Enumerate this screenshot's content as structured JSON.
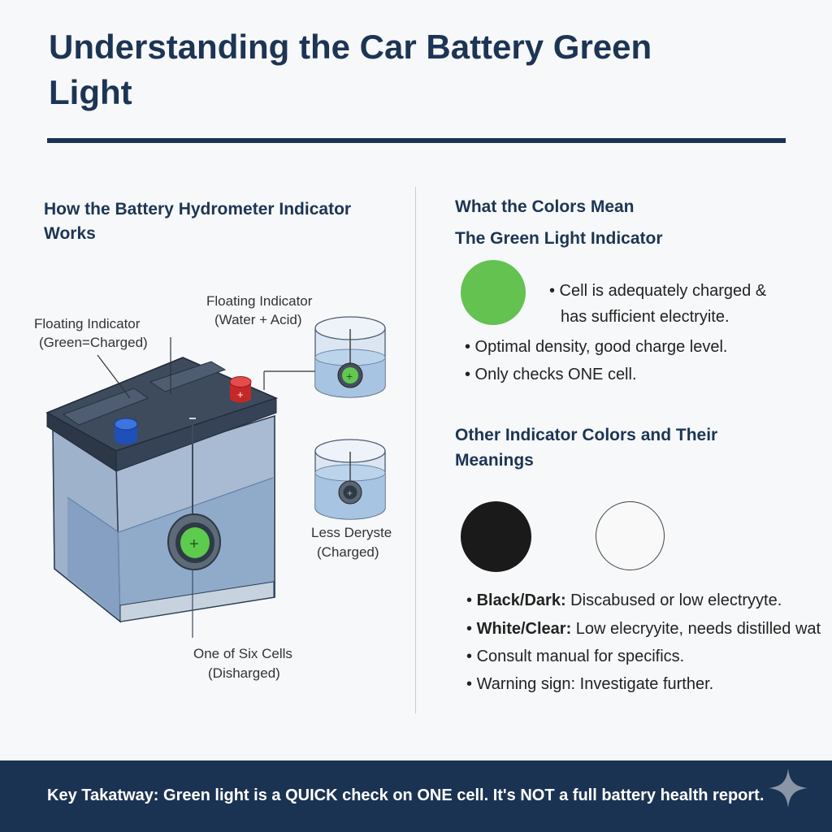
{
  "title": "Understanding the Car Battery Green Light",
  "left": {
    "heading": "How the Battery Hydrometer Indicator Works",
    "labels": {
      "float_green_1": "Floating Indicator",
      "float_green_2": "(Green=Charged)",
      "float_water_1": "Floating Indicator",
      "float_water_2": "(Water + Acid)",
      "less_dense_1": "Less Deryste",
      "less_dense_2": "(Charged)",
      "cell_1": "One of Six Cells",
      "cell_2": "(Disharged)"
    }
  },
  "right": {
    "heading_colors": "What the Colors Mean",
    "heading_green": "The Green Light Indicator",
    "green_bullets": [
      "• Cell is adequately charged &",
      "has sufficient electryite.",
      "• Optimal density, good charge level.",
      "• Only checks ONE cell."
    ],
    "heading_other": "Other Indicator Colors and Their Meanings",
    "other_bullets": [
      {
        "prefix": "• ",
        "bold": "Black/Dark:",
        "text": " Discabused or low electryyte."
      },
      {
        "prefix": "• ",
        "bold": "White/Clear:",
        "text": " Low elecryyite, needs distilled wat"
      },
      {
        "prefix": "• ",
        "bold": "",
        "text": "Consult manual for specifics."
      },
      {
        "prefix": "• ",
        "bold": "",
        "text": "Warning sign: Investigate further."
      }
    ]
  },
  "colors": {
    "green_indicator": "#63c250",
    "black_indicator": "#1a1a1a",
    "white_indicator": "#f9f9f9",
    "navy": "#1b3352"
  },
  "footer": {
    "text": "Key Takatway: Green light is a QUICK check on ONE cell. It's NOT a full battery health report.",
    "icon": "sparkle-icon"
  }
}
